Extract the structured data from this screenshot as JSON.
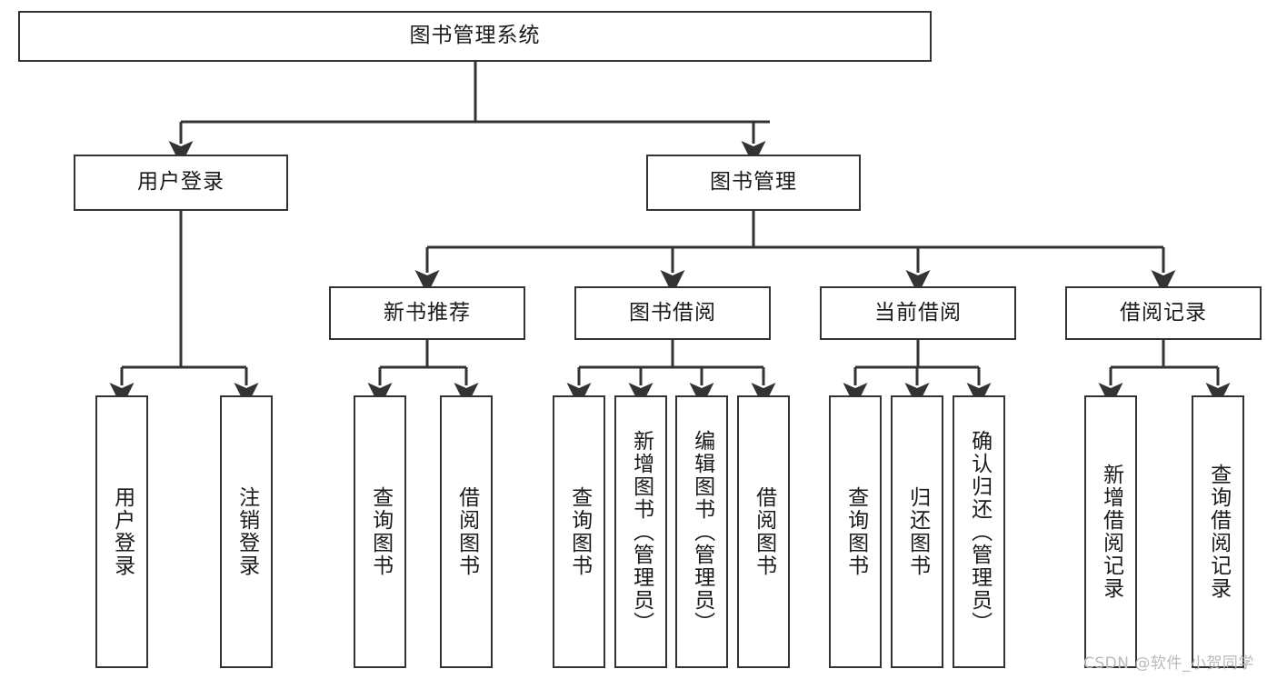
{
  "diagram": {
    "title": "图书管理系统",
    "type": "tree-hierarchy-diagram",
    "root": {
      "label": "图书管理系统"
    },
    "level2": [
      {
        "label": "用户登录"
      },
      {
        "label": "图书管理"
      }
    ],
    "level3": [
      {
        "label": "新书推荐"
      },
      {
        "label": "图书借阅"
      },
      {
        "label": "当前借阅"
      },
      {
        "label": "借阅记录"
      }
    ],
    "leaves": {
      "user_login": [
        {
          "label": "用户登录"
        },
        {
          "label": "注销登录"
        }
      ],
      "new_book_recommend": [
        {
          "label": "查询图书"
        },
        {
          "label": "借阅图书"
        }
      ],
      "book_borrow": [
        {
          "label": "查询图书"
        },
        {
          "label": "新增图书（管理员）"
        },
        {
          "label": "编辑图书（管理员）"
        },
        {
          "label": "借阅图书"
        }
      ],
      "current_borrow": [
        {
          "label": "查询图书"
        },
        {
          "label": "归还图书"
        },
        {
          "label": "确认归还（管理员）"
        }
      ],
      "borrow_record": [
        {
          "label": "新增借阅记录"
        },
        {
          "label": "查询借阅记录"
        }
      ]
    }
  },
  "watermark": {
    "text": "CSDN @软件_小贺同学"
  },
  "colors": {
    "stroke": "#333333",
    "background": "#ffffff",
    "text": "#1a1a1a",
    "watermark": "#b9b9b9"
  }
}
